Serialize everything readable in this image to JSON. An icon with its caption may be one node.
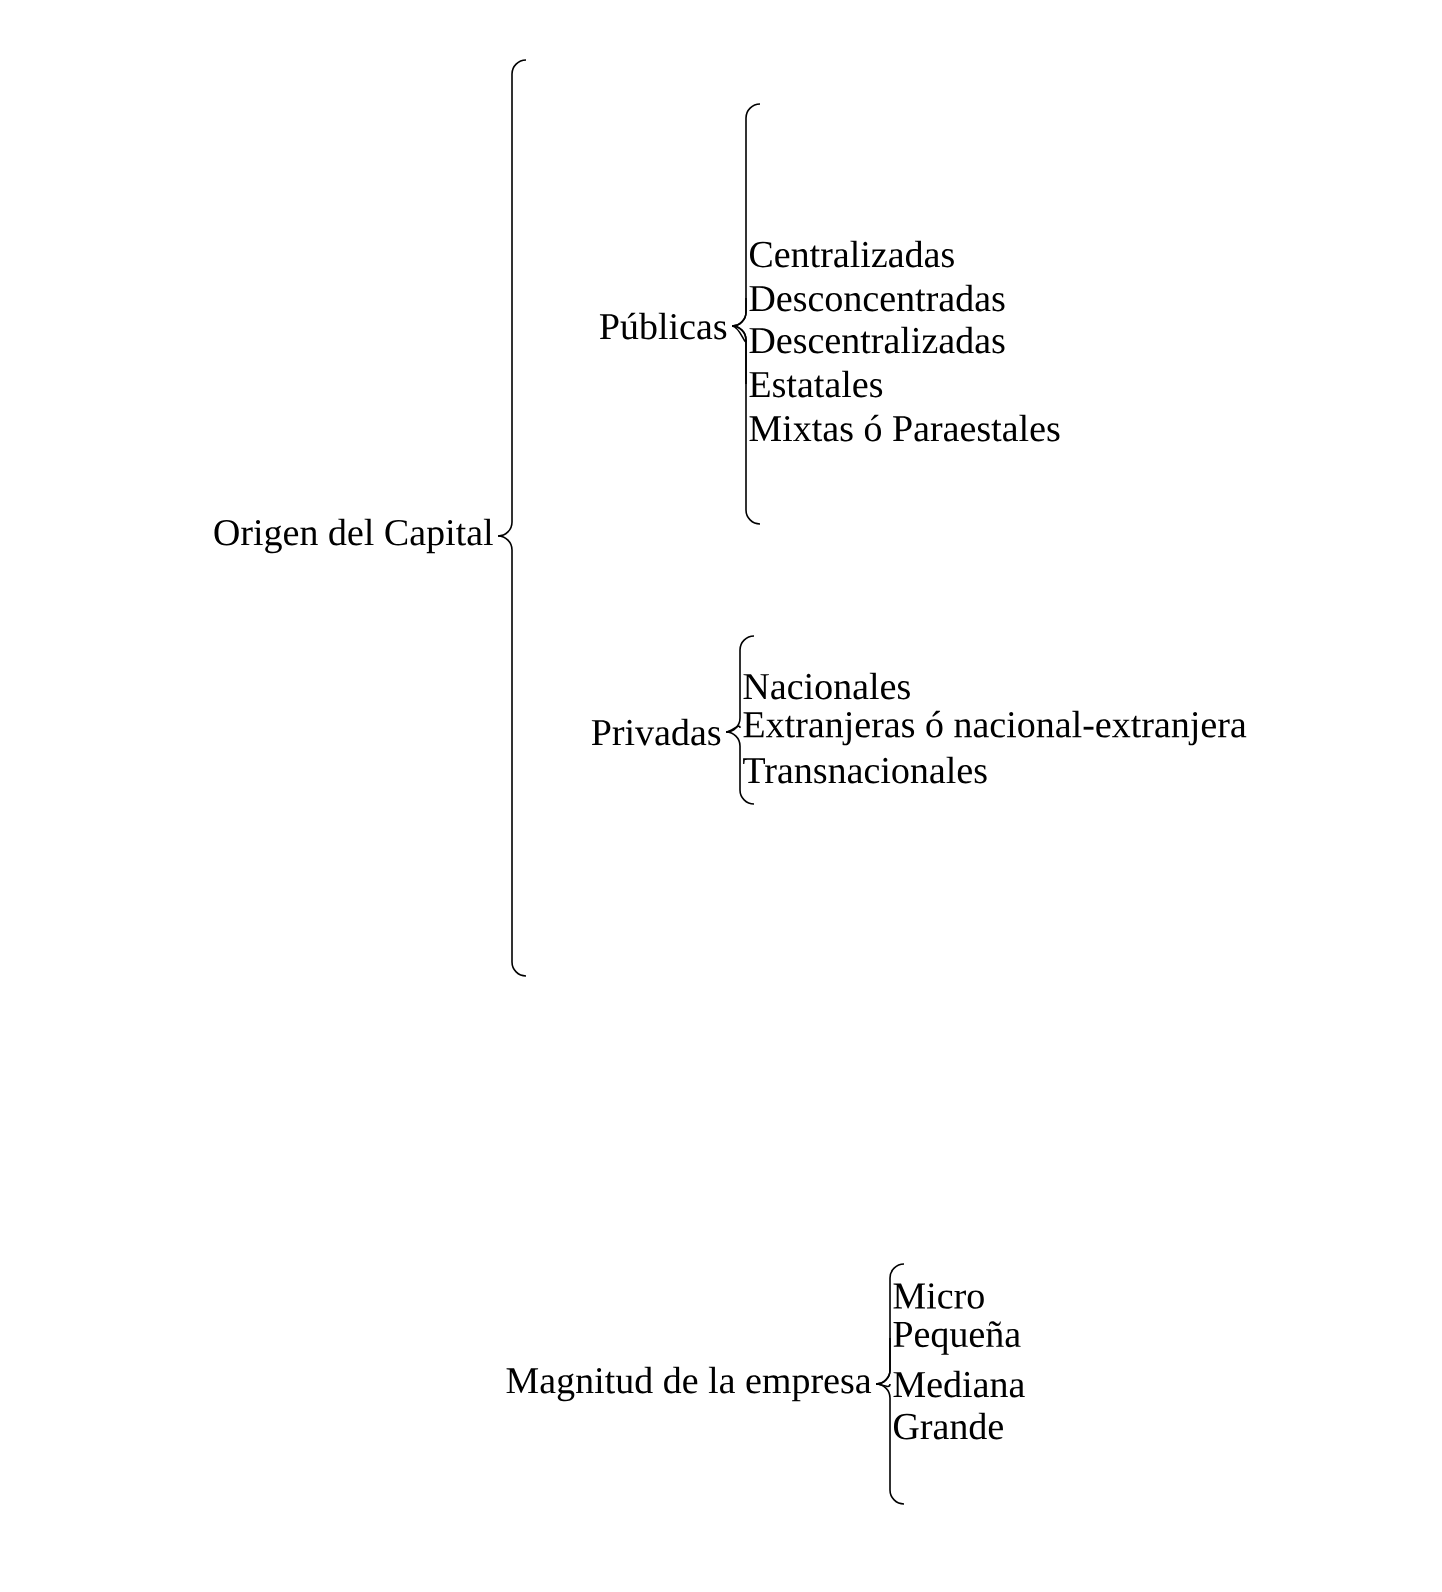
{
  "diagram": {
    "nodes": [
      {
        "text": [
          "Origen del Capital"
        ]
      },
      {
        "text": [
          "Públicas"
        ]
      },
      {
        "text": [
          "Centralizadas"
        ]
      },
      {
        "text": [
          "Desconcentradas"
        ]
      },
      {
        "text": [
          "Descentralizadas"
        ]
      },
      {
        "text": [
          "Estatales"
        ]
      },
      {
        "text": [
          "Mixtas ó Paraestales"
        ]
      },
      {
        "text": [
          "Privadas"
        ]
      },
      {
        "text": [
          "Nacionales"
        ]
      },
      {
        "text": [
          "Extranjeras ó nacional-extranjera"
        ]
      },
      {
        "text": [
          "Transnacionales"
        ]
      },
      {
        "text": [
          "Magnitud de la empresa"
        ]
      },
      {
        "text": [
          "Micro"
        ]
      },
      {
        "text": [
          "Pequeña"
        ]
      },
      {
        "text": [
          "Mediana"
        ]
      },
      {
        "text": [
          "Grande"
        ]
      }
    ],
    "edges": [
      {
        "from": 0,
        "to": 1,
        "arrow": "none"
      },
      {
        "from": 0,
        "to": 7,
        "arrow": "none"
      },
      {
        "from": 1,
        "to": 2,
        "arrow": "none"
      },
      {
        "from": 1,
        "to": 3,
        "arrow": "none"
      },
      {
        "from": 1,
        "to": 4,
        "arrow": "none"
      },
      {
        "from": 1,
        "to": 5,
        "arrow": "none"
      },
      {
        "from": 1,
        "to": 6,
        "arrow": "none"
      },
      {
        "from": 7,
        "to": 8,
        "arrow": "none"
      },
      {
        "from": 7,
        "to": 9,
        "arrow": "none"
      },
      {
        "from": 7,
        "to": 10,
        "arrow": "none"
      },
      {
        "from": 11,
        "to": 12,
        "arrow": "none"
      },
      {
        "from": 11,
        "to": 13,
        "arrow": "none"
      },
      {
        "from": 11,
        "to": 14,
        "arrow": "none"
      },
      {
        "from": 11,
        "to": 15,
        "arrow": "none"
      }
    ]
  }
}
